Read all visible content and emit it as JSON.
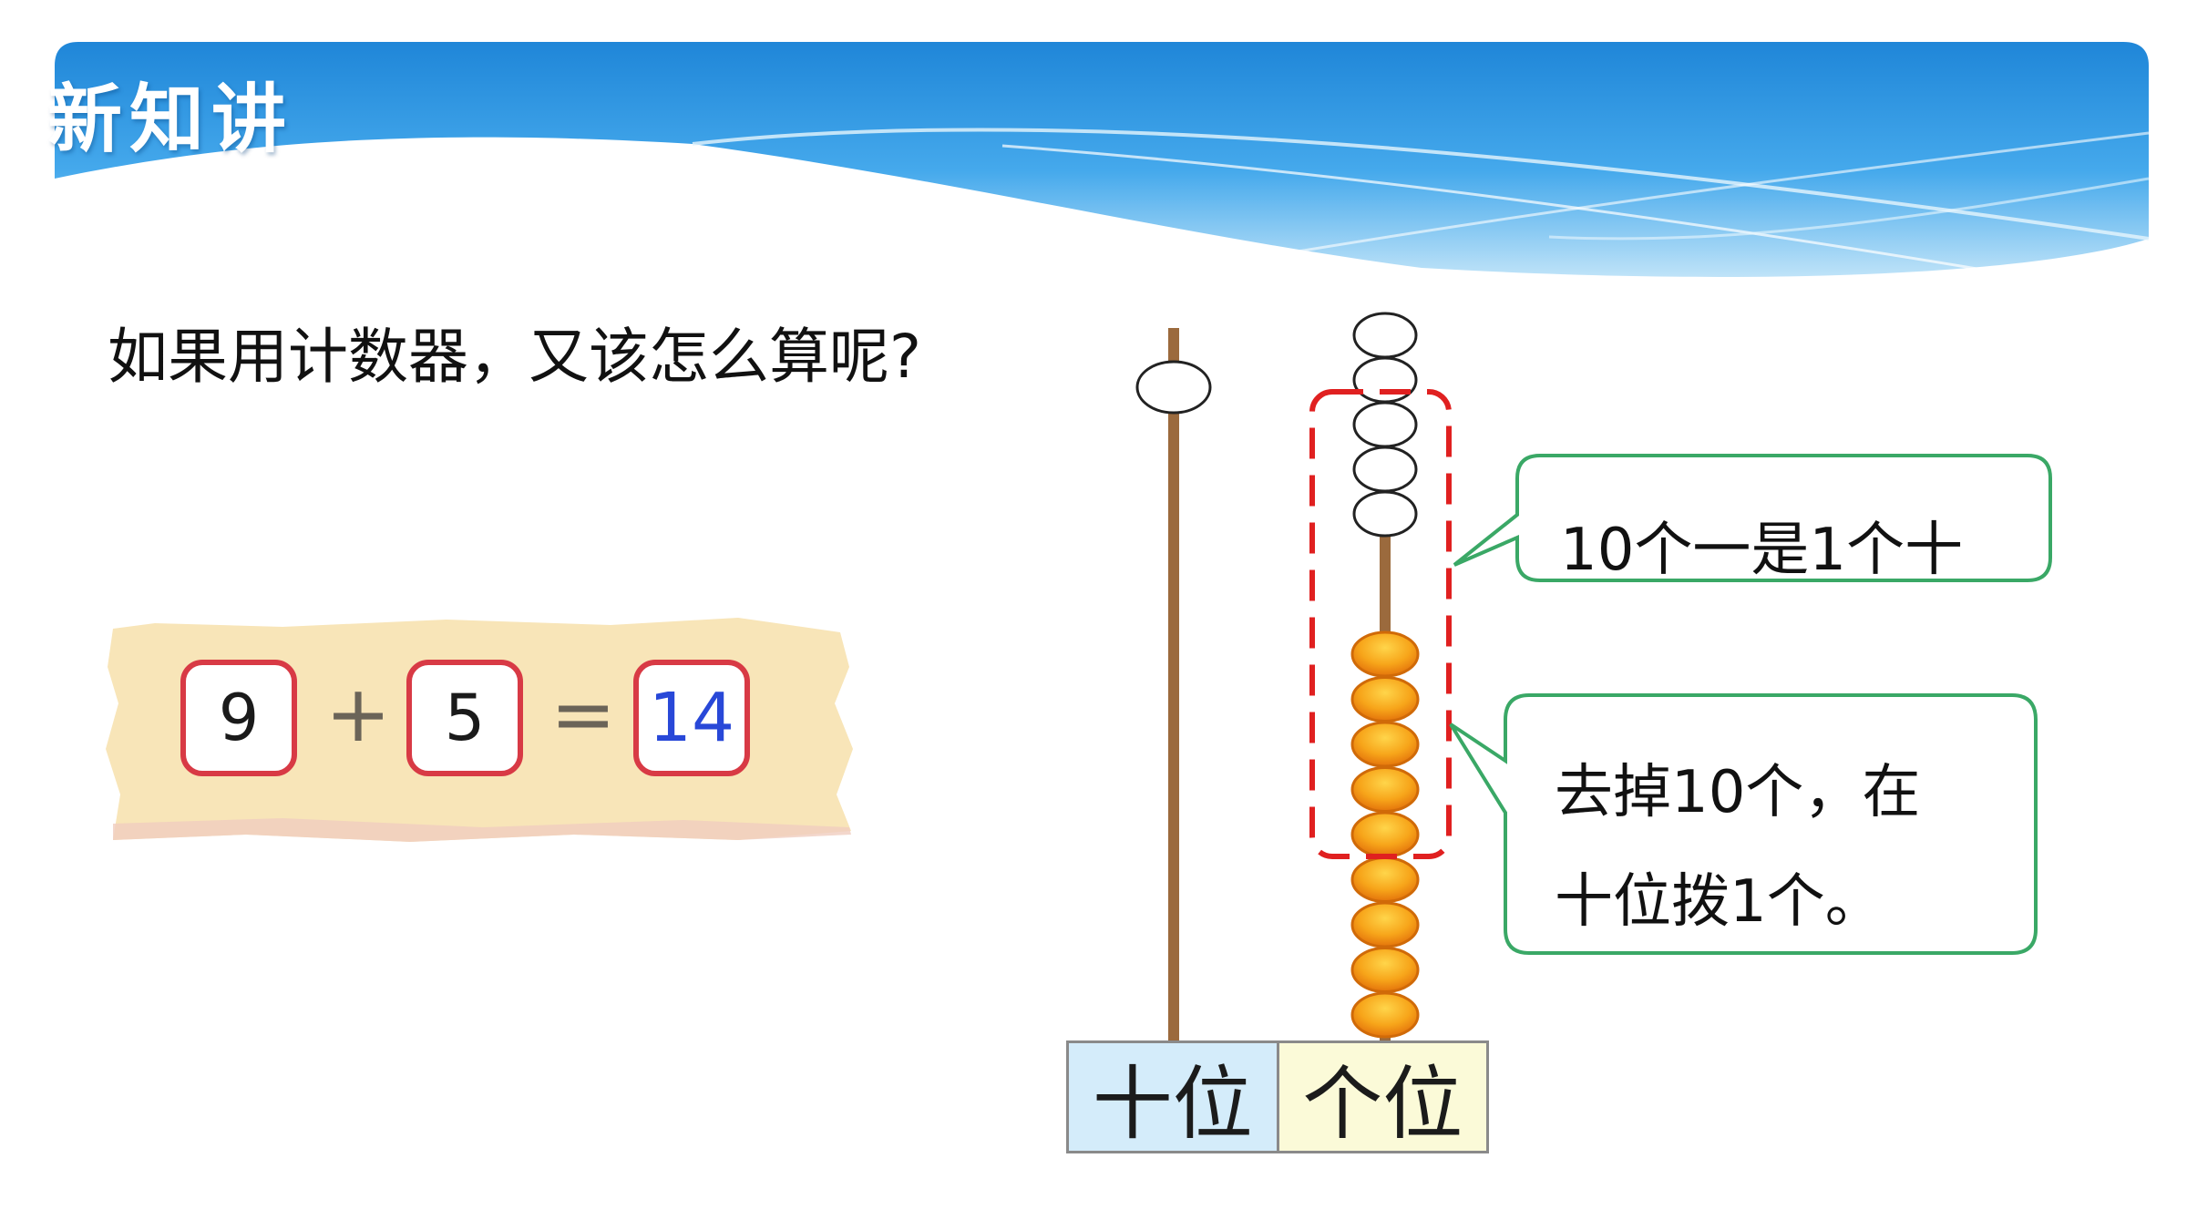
{
  "header": {
    "title": "新知讲",
    "colors": {
      "dark_blue": "#1f86d8",
      "light_blue": "#bfe3f8"
    }
  },
  "question": {
    "text": "如果用计数器，又该怎么算呢?"
  },
  "equation": {
    "operand1": "9",
    "plus": "+",
    "operand2": "5",
    "equals": "=",
    "result": "14",
    "box_border_color": "#d83a45",
    "result_color": "#2848d8",
    "background_color": "#f8e5b8"
  },
  "abacus": {
    "tens_beads": 1,
    "ones_white_beads": 5,
    "ones_orange_beads": 9,
    "highlighted_beads": 10,
    "bead_colors": {
      "white": "#ffffff",
      "orange": "#f28a0c"
    },
    "rod_color": "#9b6a3d",
    "highlight_color": "#e02020",
    "place_labels": {
      "tens": "十位",
      "ones": "个位"
    }
  },
  "callouts": {
    "border_color": "#3aa866",
    "top": {
      "text": "10个一是1个十"
    },
    "bottom": {
      "line1": "去掉10个，在",
      "line2": "十位拨1个。"
    }
  }
}
